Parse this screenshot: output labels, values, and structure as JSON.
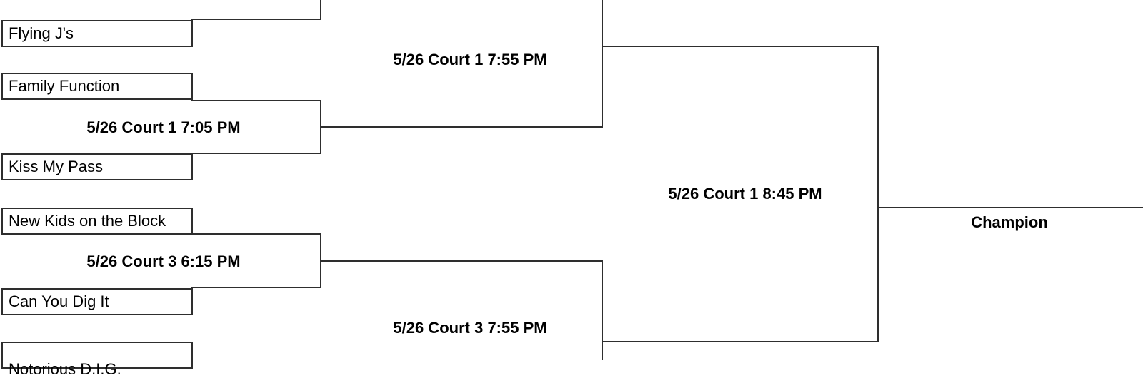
{
  "round1": {
    "teams": [
      "Flying J's",
      "Family Function",
      "Kiss My Pass",
      "New Kids on the Block",
      "Can You Dig It",
      "Notorious D.I.G."
    ],
    "games": [
      "5/26 Court 1 7:05 PM",
      "5/26 Court 3 6:15 PM"
    ]
  },
  "round2": {
    "games": [
      "5/26 Court 1 7:55 PM",
      "5/26 Court 3 7:55 PM"
    ]
  },
  "final": {
    "game": "5/26 Court 1 8:45 PM",
    "champion_label": "Champion"
  }
}
